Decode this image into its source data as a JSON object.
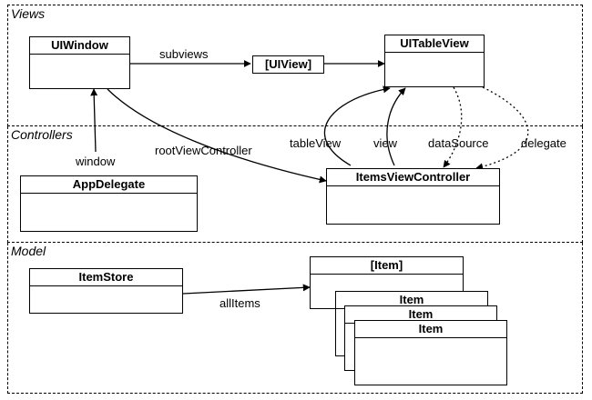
{
  "layers": {
    "views": "Views",
    "controllers": "Controllers",
    "model": "Model"
  },
  "classes": {
    "ui_window": "UIWindow",
    "ui_view_array": "[UIView]",
    "ui_table_view": "UITableView",
    "app_delegate": "AppDelegate",
    "items_view_controller": "ItemsViewController",
    "item_store": "ItemStore",
    "item_array": "[Item]",
    "item": "Item"
  },
  "relations": {
    "subviews": "subviews",
    "window": "window",
    "root_view_controller": "rootViewController",
    "table_view": "tableView",
    "view": "view",
    "data_source": "dataSource",
    "delegate": "delegate",
    "all_items": "allItems"
  }
}
